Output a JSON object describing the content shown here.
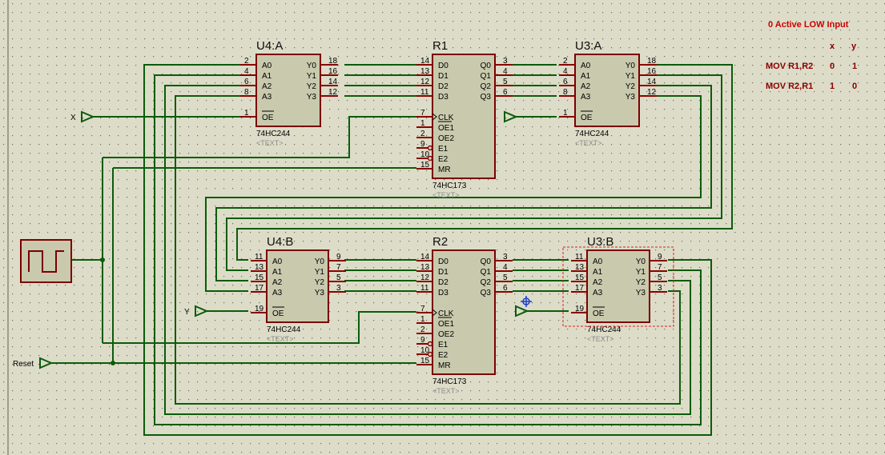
{
  "chips": [
    {
      "id": "u4a",
      "name": "U4:A",
      "part": "74HC244",
      "text": "<TEXT>",
      "in": [
        "A0",
        "A1",
        "A2",
        "A3"
      ],
      "out": [
        "Y0",
        "Y1",
        "Y2",
        "Y3"
      ],
      "in_pins": [
        "2",
        "4",
        "6",
        "8"
      ],
      "out_pins": [
        "18",
        "16",
        "14",
        "12"
      ],
      "oe_label": "OE",
      "oe_pin": "1"
    },
    {
      "id": "u3a",
      "name": "U3:A",
      "part": "74HC244",
      "text": "<TEXT>",
      "in": [
        "A0",
        "A1",
        "A2",
        "A3"
      ],
      "out": [
        "Y0",
        "Y1",
        "Y2",
        "Y3"
      ],
      "in_pins": [
        "2",
        "4",
        "6",
        "8"
      ],
      "out_pins": [
        "18",
        "16",
        "14",
        "12"
      ],
      "oe_label": "OE",
      "oe_pin": "1"
    },
    {
      "id": "u4b",
      "name": "U4:B",
      "part": "74HC244",
      "text": "<TEXT>",
      "in": [
        "A0",
        "A1",
        "A2",
        "A3"
      ],
      "out": [
        "Y0",
        "Y1",
        "Y2",
        "Y3"
      ],
      "in_pins": [
        "11",
        "13",
        "15",
        "17"
      ],
      "out_pins": [
        "9",
        "7",
        "5",
        "3"
      ],
      "oe_label": "OE",
      "oe_pin": "19"
    },
    {
      "id": "u3b",
      "name": "U3:B",
      "part": "74HC244",
      "text": "<TEXT>",
      "in": [
        "A0",
        "A1",
        "A2",
        "A3"
      ],
      "out": [
        "Y0",
        "Y1",
        "Y2",
        "Y3"
      ],
      "in_pins": [
        "11",
        "13",
        "15",
        "17"
      ],
      "out_pins": [
        "9",
        "7",
        "5",
        "3"
      ],
      "oe_label": "OE",
      "oe_pin": "19"
    },
    {
      "id": "r1",
      "name": "R1",
      "part": "74HC173",
      "text": "<TEXT>",
      "in": [
        "D0",
        "D1",
        "D2",
        "D3"
      ],
      "out": [
        "Q0",
        "Q1",
        "Q2",
        "Q3"
      ],
      "in_pins": [
        "14",
        "13",
        "12",
        "11"
      ],
      "out_pins": [
        "3",
        "4",
        "5",
        "6"
      ],
      "ctrl": [
        "CLK",
        "OE1",
        "OE2",
        "E1",
        "E2",
        "MR"
      ],
      "ctrl_pins": [
        "7",
        "1",
        "2",
        "9",
        "10",
        "15"
      ]
    },
    {
      "id": "r2",
      "name": "R2",
      "part": "74HC173",
      "text": "<TEXT>",
      "in": [
        "D0",
        "D1",
        "D2",
        "D3"
      ],
      "out": [
        "Q0",
        "Q1",
        "Q2",
        "Q3"
      ],
      "in_pins": [
        "14",
        "13",
        "12",
        "11"
      ],
      "out_pins": [
        "3",
        "4",
        "5",
        "6"
      ],
      "ctrl": [
        "CLK",
        "OE1",
        "OE2",
        "E1",
        "E2",
        "MR"
      ],
      "ctrl_pins": [
        "7",
        "1",
        "2",
        "9",
        "10",
        "15"
      ]
    }
  ],
  "terminals": {
    "x": "X",
    "y": "Y",
    "reset": "Reset"
  },
  "truth_table": {
    "title": "0 Active LOW Input",
    "headers": [
      "x",
      "y"
    ],
    "rows": [
      {
        "label": "MOV R1,R2",
        "x": "0",
        "y": "1"
      },
      {
        "label": "MOV R2,R1",
        "x": "1",
        "y": "0"
      }
    ]
  },
  "colors": {
    "background": "#dcdcc8",
    "wire": "#0b5c0b",
    "chip_fill": "#c9c9ae",
    "chip_border": "#7a0000",
    "pin": "#8b0000",
    "table_title": "#cc0000",
    "table_text": "#8b0000"
  }
}
